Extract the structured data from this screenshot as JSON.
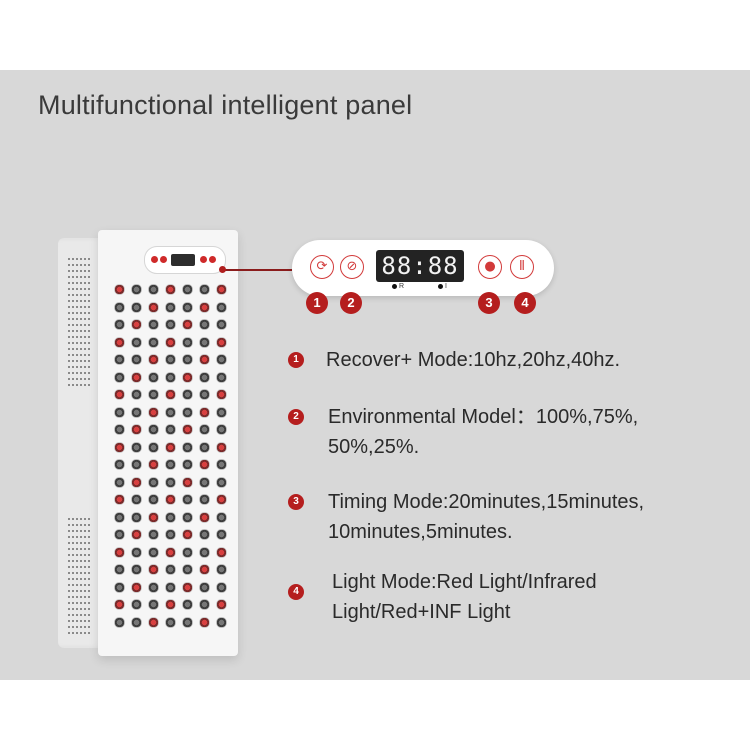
{
  "title": "Multifunctional intelligent panel",
  "panel": {
    "display": "88:88",
    "buttons": [
      {
        "icon": "recover-mode-icon",
        "glyph": "⟳"
      },
      {
        "icon": "environment-mode-icon",
        "glyph": "⊘"
      },
      {
        "icon": "timer-icon",
        "glyph": "●"
      },
      {
        "icon": "light-mode-icon",
        "glyph": "⦀"
      }
    ],
    "sub_labels": [
      "R",
      "I"
    ],
    "numbers": [
      "1",
      "2",
      "3",
      "4"
    ]
  },
  "features": [
    {
      "num": "1",
      "lines": [
        "Recover+ Mode:10hz,20hz,40hz."
      ]
    },
    {
      "num": "2",
      "lines": [
        "Environmental Model：100%,75%,",
        "50%,25%."
      ]
    },
    {
      "num": "3",
      "lines": [
        "Timing Mode:20minutes,15minutes,",
        "10minutes,5minutes."
      ]
    },
    {
      "num": "4",
      "lines": [
        "Light Mode:Red Light/Infrared",
        "Light/Red+INF Light"
      ]
    }
  ],
  "colors": {
    "accent": "#b51e1e",
    "background": "#d8d8d8"
  }
}
